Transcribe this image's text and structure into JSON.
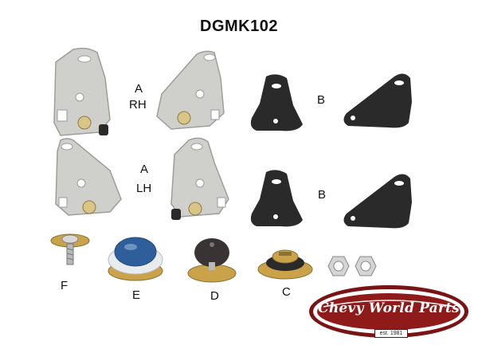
{
  "title": "DGMK102",
  "labels": {
    "a_rh_letter": "A",
    "a_rh_side": "RH",
    "a_lh_letter": "A",
    "a_lh_side": "LH",
    "b_top": "B",
    "b_bottom": "B",
    "f": "F",
    "e": "E",
    "d": "D",
    "c": "C"
  },
  "logo": {
    "text": "Chevy World Parts",
    "est": "est. 1981",
    "colors": {
      "ring": "#7a1414",
      "band": "#8e1a1a",
      "accent": "#f2f2f2"
    }
  },
  "colors": {
    "metal": "#cfd0cc",
    "metal_shade": "#a9aaa6",
    "rubber": "#2a2a2a",
    "brass": "#c9a24a",
    "blue_cap": "#2f5f9a"
  }
}
